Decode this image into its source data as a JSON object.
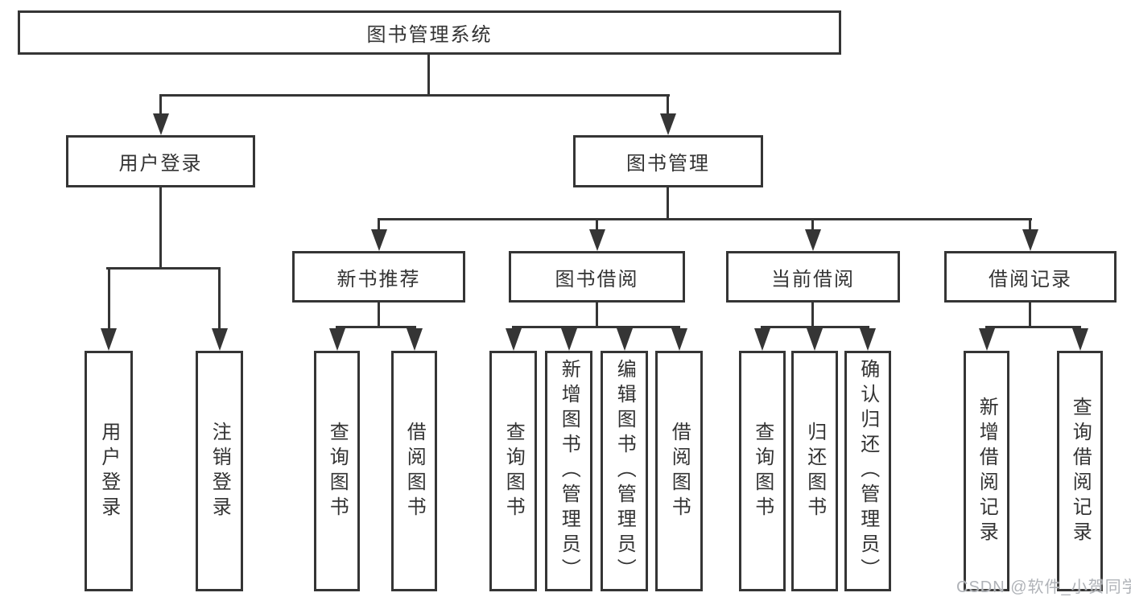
{
  "diagram": {
    "root": {
      "label": "图书管理系统"
    },
    "level2": [
      {
        "id": "user-login",
        "label": "用户登录",
        "children": [
          {
            "label": "用户登录"
          },
          {
            "label": "注销登录"
          }
        ]
      },
      {
        "id": "book-management",
        "label": "图书管理",
        "children": [
          {
            "id": "new-book-recommend",
            "label": "新书推荐",
            "children": [
              {
                "label": "查询图书"
              },
              {
                "label": "借阅图书"
              }
            ]
          },
          {
            "id": "book-borrowing",
            "label": "图书借阅",
            "children": [
              {
                "label": "查询图书"
              },
              {
                "label": "新增图书（管理员）"
              },
              {
                "label": "编辑图书（管理员）"
              },
              {
                "label": "借阅图书"
              }
            ]
          },
          {
            "id": "current-borrowing",
            "label": "当前借阅",
            "children": [
              {
                "label": "查询图书"
              },
              {
                "label": "归还图书"
              },
              {
                "label": "确认归还（管理员）"
              }
            ]
          },
          {
            "id": "borrowing-records",
            "label": "借阅记录",
            "children": [
              {
                "label": "新增借阅记录"
              },
              {
                "label": "查询借阅记录"
              }
            ]
          }
        ]
      }
    ]
  },
  "watermark": {
    "text": "CSDN @软件_小贺同学"
  },
  "colors": {
    "line": "#353535",
    "text": "#333333",
    "background": "#ffffff",
    "watermark": "#b0b3b8"
  }
}
